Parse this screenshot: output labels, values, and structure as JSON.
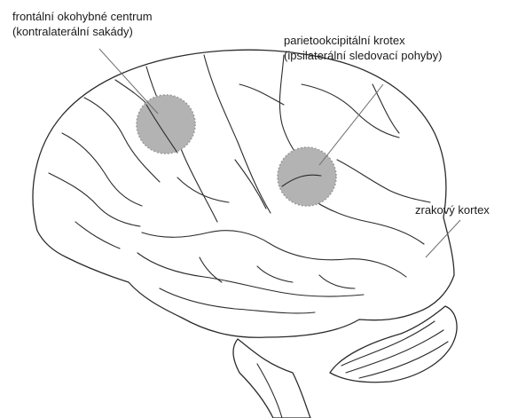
{
  "labels": {
    "frontal_eye_field": {
      "line1": "frontální okohybné centrum",
      "line2": "(kontralaterální sakády)"
    },
    "parieto_occipital_cortex": {
      "line1": "parietookcipitální krotex",
      "line2": "(ipsilaterální sledovací pohyby)"
    },
    "visual_cortex": {
      "line1": "zrakový kortex"
    }
  },
  "colors": {
    "highlight_fill": "#b3b3b3",
    "highlight_edge": "#9b9b9b",
    "outline": "#2b2b2b",
    "pointer_line": "#6d6d6d"
  }
}
